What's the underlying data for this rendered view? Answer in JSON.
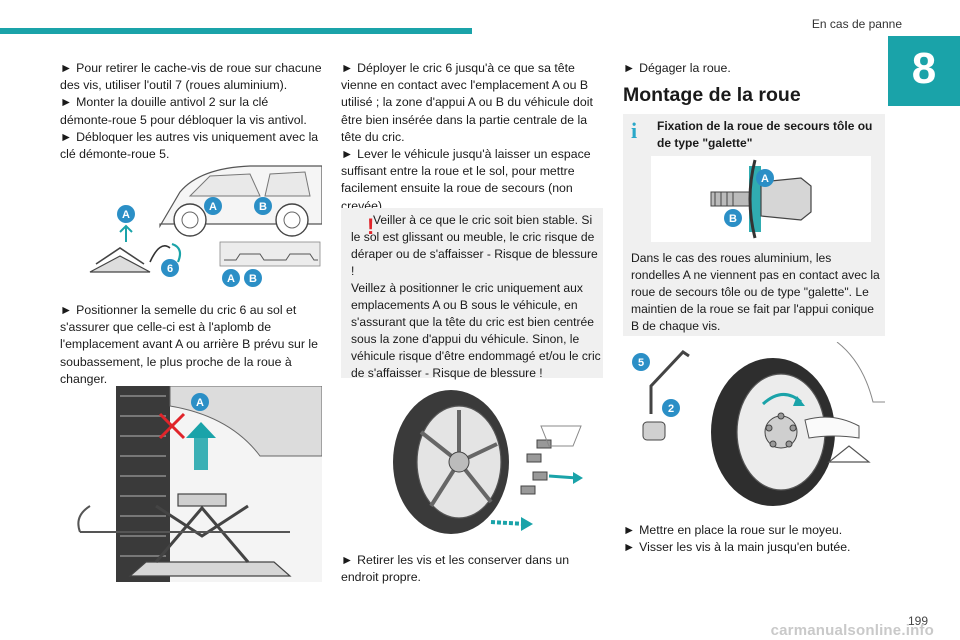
{
  "header": {
    "section_title": "En cas de panne",
    "chapter_number": "8"
  },
  "footer": {
    "page_number": "199",
    "watermark": "carmanualsonline.info"
  },
  "col1": {
    "p1_text": "Pour retirer le cache-vis de roue sur chacune des vis, utiliser l'outil 7 (roues aluminium).",
    "p2_text": "Monter la douille antivol 2 sur la clé démonte-roue 5 pour débloquer la vis antivol.",
    "p3_text": "Débloquer les autres vis uniquement avec la clé démonte-roue 5.",
    "p4_text": "Positionner la semelle du cric 6 au sol et s'assurer que celle-ci est à l'aplomb de l'emplacement avant A ou arrière B prévu sur le soubassement, le plus proche de la roue à changer.",
    "fig1_labels": {
      "a": "A",
      "b": "B",
      "six": "6"
    },
    "fig2_labels": {
      "a": "A"
    }
  },
  "col2": {
    "p1_text": "Déployer le cric 6 jusqu'à ce que sa tête vienne en contact avec l'emplacement A ou B utilisé ; la zone d'appui A ou B du véhicule doit être bien insérée dans la partie centrale de la tête du cric.",
    "p2_text": "Lever le véhicule jusqu'à laisser un espace suffisant entre la roue et le sol, pour mettre facilement ensuite la roue de secours (non crevée).",
    "warning_icon": "!",
    "warning_text_1": "Veiller à ce que le cric soit bien stable. Si le sol est glissant ou meuble, le cric risque de déraper ou de s'affaisser - Risque de blessure !",
    "warning_text_2": "Veillez à positionner le cric uniquement aux emplacements A ou B sous le véhicule, en s'assurant que la tête du cric est bien centrée sous la zone d'appui du véhicule. Sinon, le véhicule risque d'être endommagé et/ou le cric de s'affaisser - Risque de blessure !",
    "p3_text": "Retirer les vis et les conserver dans un endroit propre."
  },
  "col3": {
    "p1_text": "Dégager la roue.",
    "heading": "Montage de la roue",
    "info_icon": "i",
    "info_title": "Fixation de la roue de secours tôle ou de type \"galette\"",
    "fig_labels": {
      "a": "A",
      "b": "B"
    },
    "info_text": "Dans le cas des roues aluminium, les rondelles A ne viennent pas en contact avec la roue de secours tôle ou de type \"galette\". Le maintien de la roue se fait par l'appui conique B de chaque vis.",
    "fig4_labels": {
      "five": "5",
      "two": "2"
    },
    "p2_text": "Mettre en place la roue sur le moyeu.",
    "p3_text": "Visser les vis à la main jusqu'en butée."
  },
  "arrow_glyph": "►",
  "colors": {
    "accent": "#1aa3a9",
    "badge": "#2b8fc6",
    "warning": "#e0242a",
    "info": "#2aa8c9",
    "box_bg": "#f0f0f0"
  }
}
